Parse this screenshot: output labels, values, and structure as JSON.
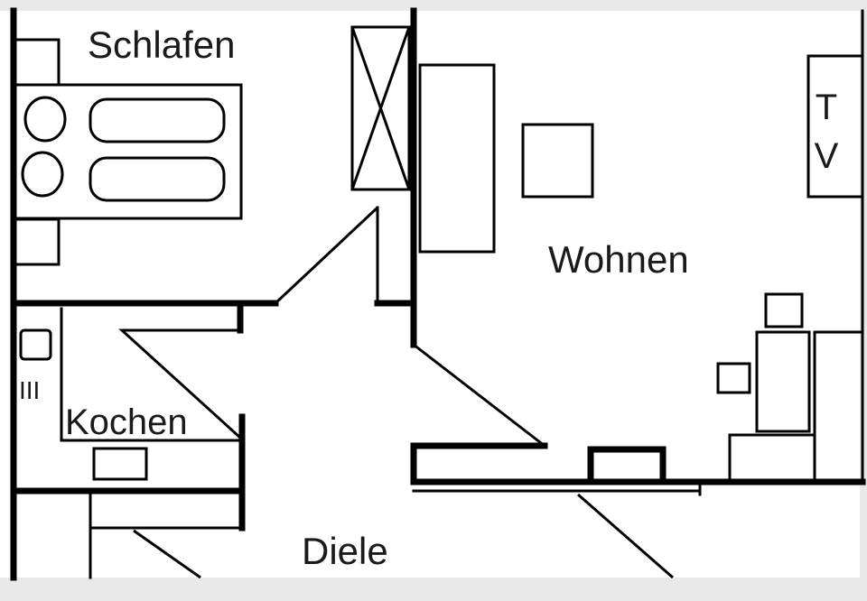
{
  "rooms": {
    "schlafen": "Schlafen",
    "wohnen": "Wohnen",
    "kochen": "Kochen",
    "diele": "Diele"
  },
  "tv_label": {
    "line1": "T",
    "line2": "V"
  },
  "stove_mark": "III",
  "colors": {
    "wall": "#000000",
    "background": "#ffffff",
    "frame": "#e9e9e9"
  }
}
